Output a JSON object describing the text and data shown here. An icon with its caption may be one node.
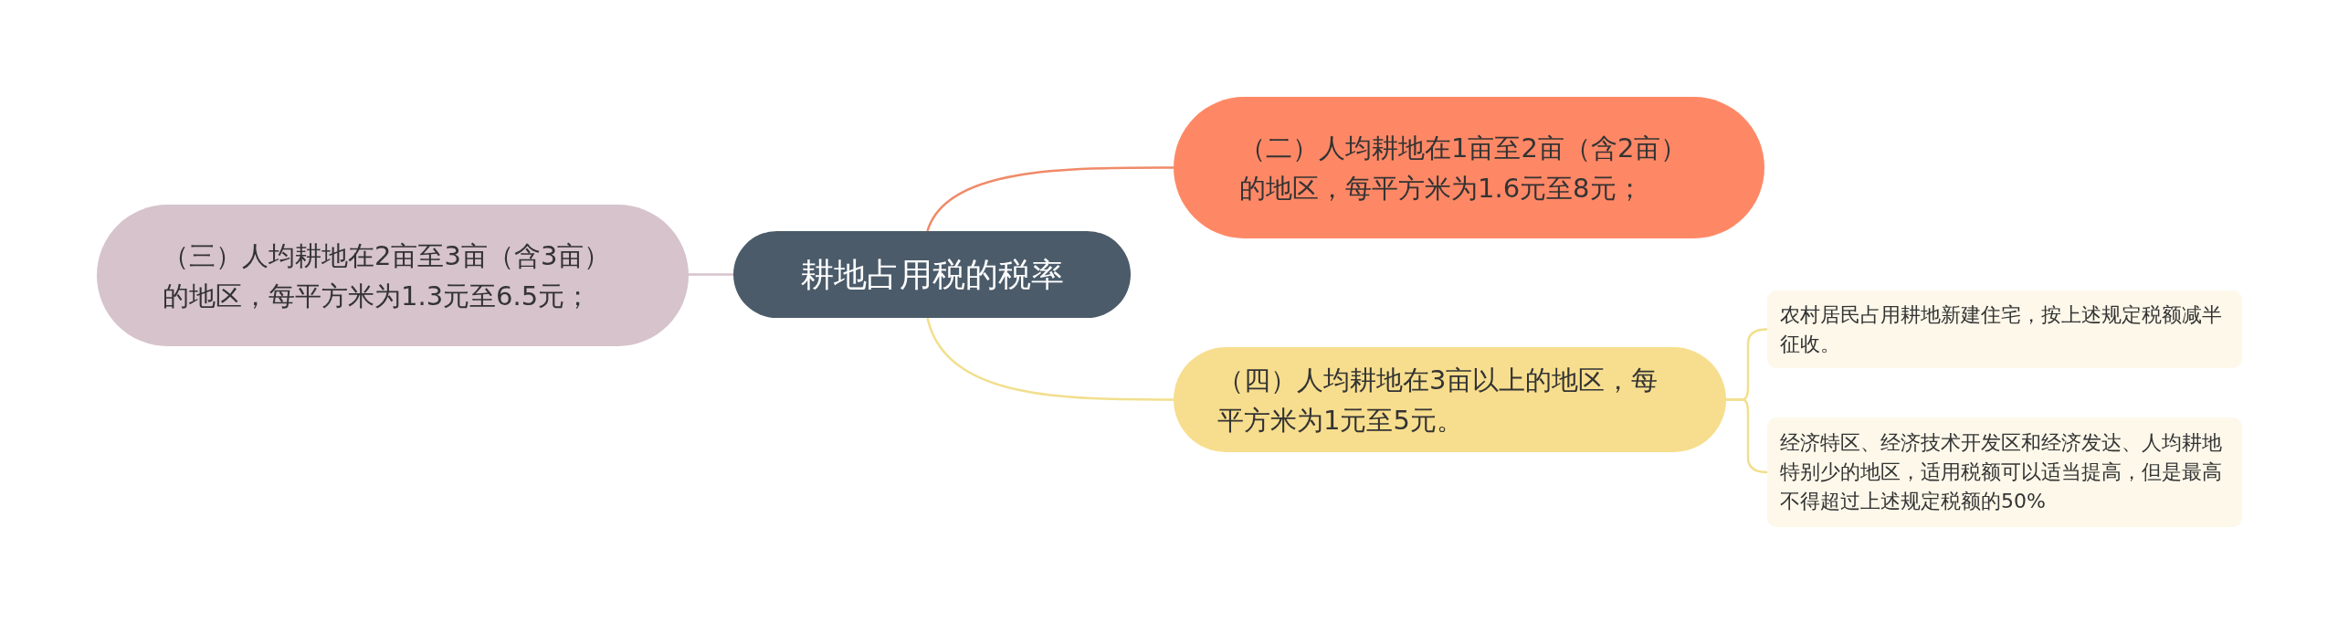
{
  "diagram": {
    "nodes": [
      {
        "text": [
          "耕地占用税的税率"
        ]
      },
      {
        "text": [
          "（二）人均耕地在1亩至2亩（含2亩）的地区，每平方米为1.6元至8元；"
        ]
      },
      {
        "text": [
          "（三）人均耕地在2亩至3亩（含3亩）的地区，每平方米为1.3元至6.5元；"
        ]
      },
      {
        "text": [
          "（四）人均耕地在3亩以上的地区，每平方米为1元至5元。"
        ]
      },
      {
        "text": [
          "农村居民占用耕地新建住宅，按上述规定税额减半征收。"
        ]
      },
      {
        "text": [
          "经济特区、经济技术开发区和经济发达、人均耕地特别少的地区，适用税额可以适当提高，但是最高不得超过上述规定税额的50%"
        ]
      }
    ],
    "edges": [
      {
        "from": 0,
        "to": 1,
        "arrow": "none",
        "color": "#f08a68"
      },
      {
        "from": 0,
        "to": 2,
        "arrow": "none",
        "color": "#d6c3cc"
      },
      {
        "from": 0,
        "to": 3,
        "arrow": "none"
      },
      {
        "from": 3,
        "to": 4,
        "arrow": "none"
      },
      {
        "from": 3,
        "to": 5,
        "arrow": "none"
      }
    ]
  }
}
